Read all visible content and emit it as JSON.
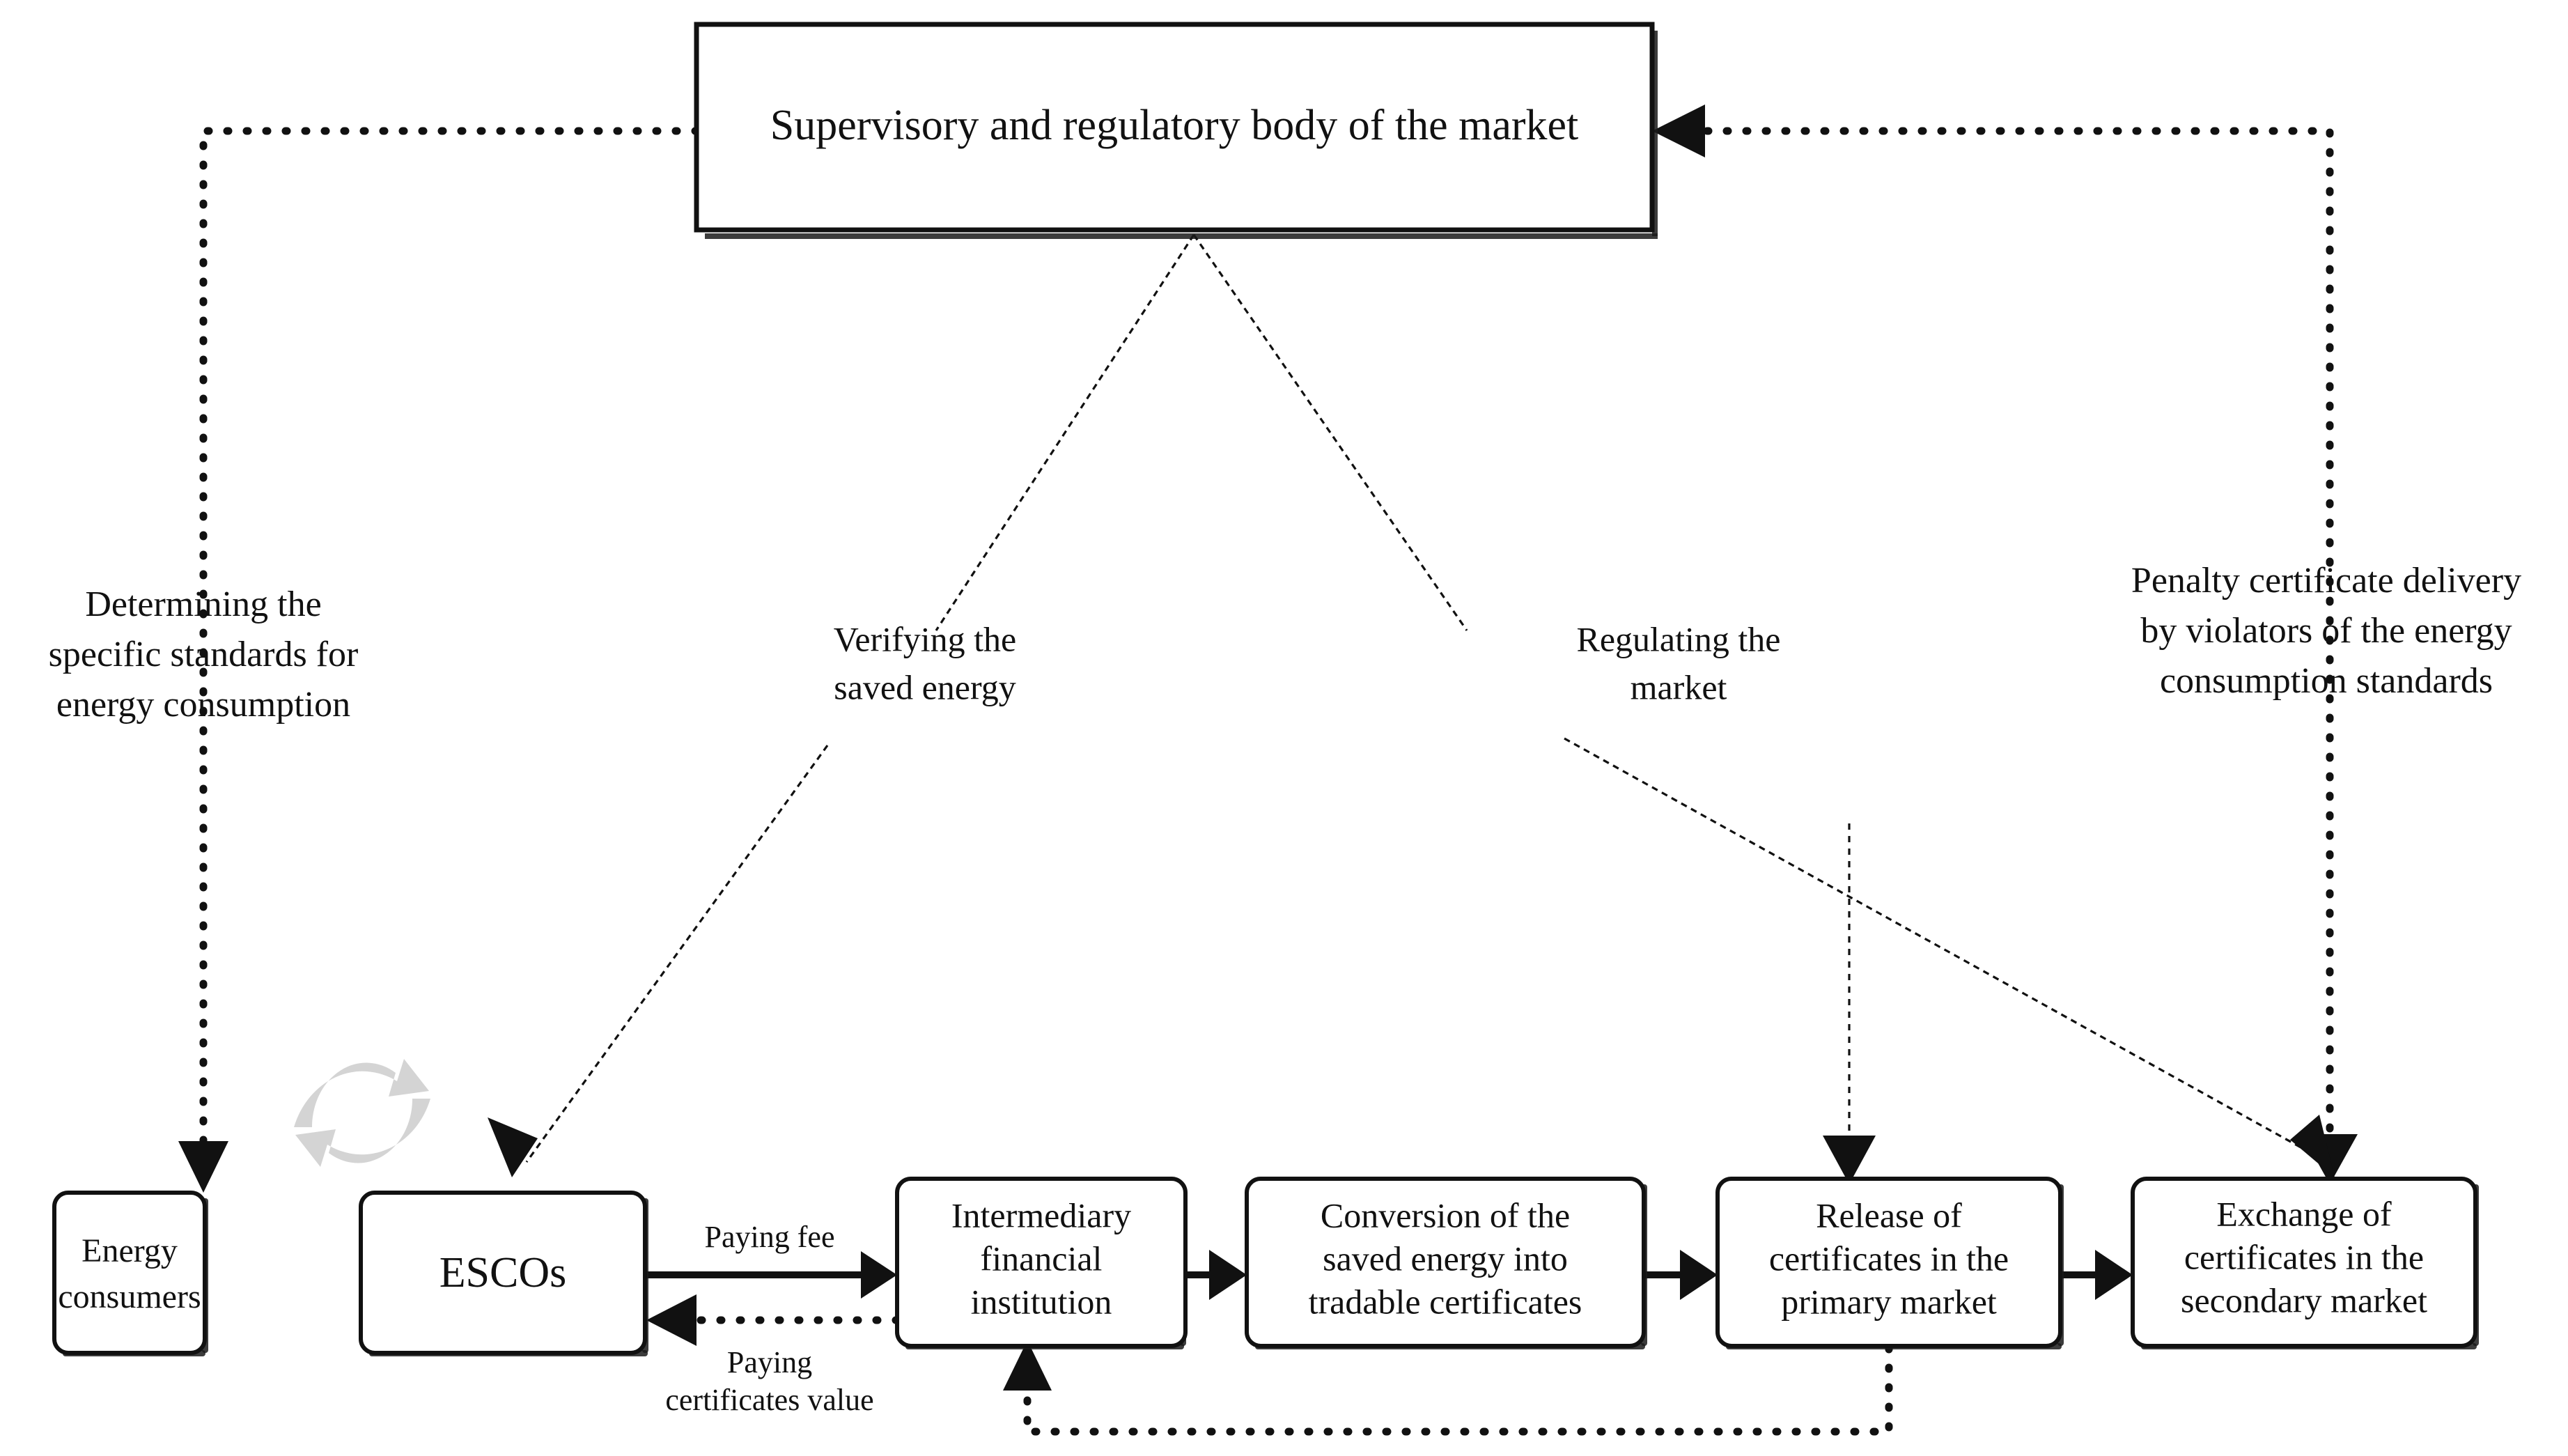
{
  "diagram": {
    "title_node": {
      "label": "Supervisory and regulatory body of the market"
    },
    "process_nodes": [
      {
        "id": "energy-consumers",
        "label_lines": [
          "Energy",
          "consumers"
        ]
      },
      {
        "id": "escos",
        "label_lines": [
          "ESCOs"
        ]
      },
      {
        "id": "intermediary-financial-institution",
        "label_lines": [
          "Intermediary",
          "financial",
          "institution"
        ]
      },
      {
        "id": "conversion-saved-energy",
        "label_lines": [
          "Conversion of the",
          "saved energy into",
          "tradable certificates"
        ]
      },
      {
        "id": "release-primary-market",
        "label_lines": [
          "Release of",
          "certificates in the",
          "primary market"
        ]
      },
      {
        "id": "exchange-secondary-market",
        "label_lines": [
          "Exchange of",
          "certificates in the",
          "secondary market"
        ]
      }
    ],
    "annotations": [
      {
        "id": "determining-standards",
        "lines": [
          "Determining the",
          "specific standards for",
          "energy consumption"
        ]
      },
      {
        "id": "verifying-saved-energy",
        "lines": [
          "Verifying the",
          "saved energy"
        ]
      },
      {
        "id": "regulating-market",
        "lines": [
          "Regulating the",
          "market"
        ]
      },
      {
        "id": "penalty-certificate-delivery",
        "lines": [
          "Penalty certificate delivery",
          "by violators of the energy",
          "consumption standards"
        ]
      }
    ],
    "edge_labels": [
      {
        "id": "paying-fee",
        "lines": [
          "Paying fee"
        ]
      },
      {
        "id": "paying-certificates-value",
        "lines": [
          "Paying",
          "certificates value"
        ]
      }
    ],
    "icons": [
      {
        "id": "cycle-icon",
        "name": "refresh-cycle-icon",
        "color": "#d4d4d4"
      }
    ],
    "colors": {
      "stroke": "#111111",
      "background": "#ffffff",
      "cycle_icon": "#d4d4d4"
    }
  }
}
